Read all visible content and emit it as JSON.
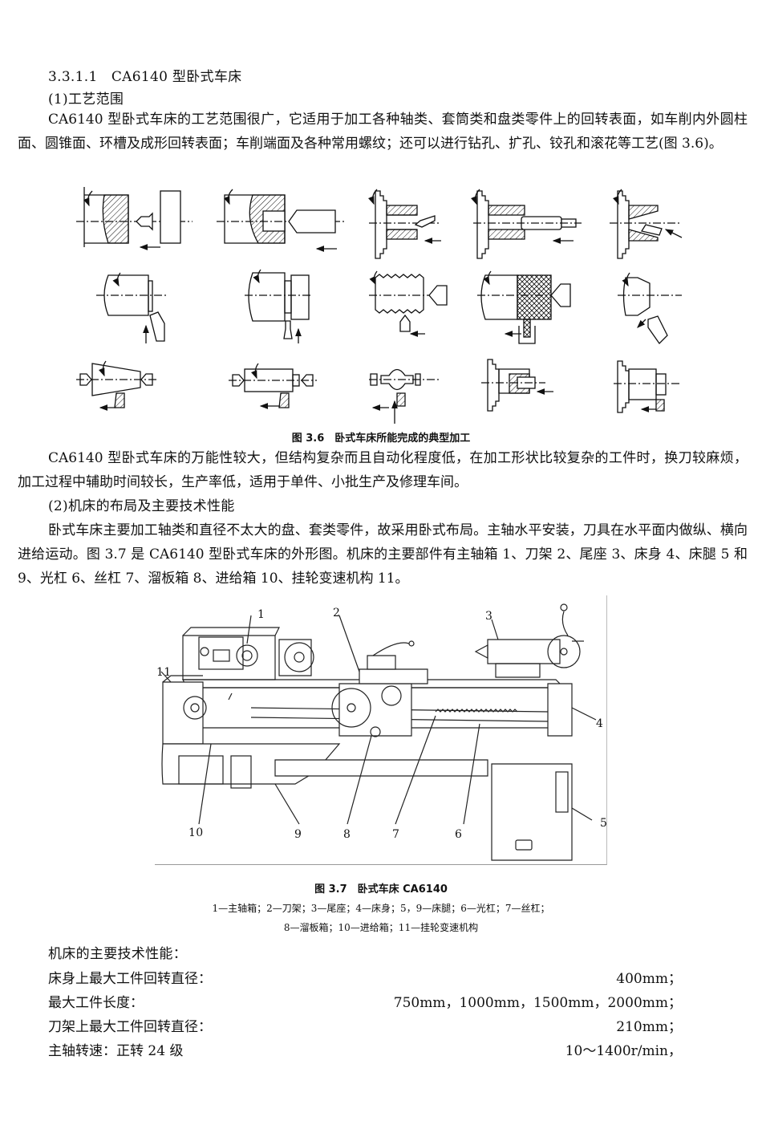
{
  "section": {
    "heading": "3.3.1.1　CA6140 型卧式车床",
    "sub1": "(1)工艺范围",
    "para1": "CA6140 型卧式车床的工艺范围很广，它适用于加工各种轴类、套筒类和盘类零件上的回转表面，如车削内外圆柱面、圆锥面、环槽及成形回转表面；车削端面及各种常用螺纹；还可以进行钻孔、扩孔、铰孔和滚花等工艺(图 3.6)。"
  },
  "figure36": {
    "caption": "图 3.6　卧式车床所能完成的典型加工",
    "panels": [
      "center-drilling",
      "drilling",
      "boring",
      "reaming",
      "taper-boring",
      "facing",
      "grooving",
      "threading",
      "knurling",
      "form-turning",
      "taper-turning",
      "cylindrical-turning",
      "profile-turning",
      "tapping",
      "stepped-turning"
    ]
  },
  "para2": "CA6140 型卧式车床的万能性较大，但结构复杂而且自动化程度低，在加工形状比较复杂的工件时，换刀较麻烦，加工过程中辅助时间较长，生产率低，适用于单件、小批生产及修理车间。",
  "sub2": "(2)机床的布局及主要技术性能",
  "para3": "卧式车床主要加工轴类和直径不太大的盘、套类零件，故采用卧式布局。主轴水平安装，刀具在水平面内做纵、横向进给运动。图 3.7 是 CA6140 型卧式车床的外形图。机床的主要部件有主轴箱 1、刀架 2、尾座 3、床身 4、床腿 5 和 9、光杠 6、丝杠 7、溜板箱 8、进给箱 10、挂轮变速机构 11。",
  "figure37": {
    "caption": "图 3.7　卧式车床 CA6140",
    "legend_line1": "1—主轴箱；2—刀架；3—尾座；4—床身；5，9—床腿；6—光杠；7—丝杠；",
    "legend_line2": "8—溜板箱；10—进给箱；11—挂轮变速机构",
    "labels": [
      "1",
      "2",
      "3",
      "4",
      "5",
      "6",
      "7",
      "8",
      "9",
      "10",
      "11"
    ]
  },
  "specs": {
    "title": "机床的主要技术性能：",
    "rows": [
      {
        "key": "床身上最大工件回转直径：",
        "value": "400mm；"
      },
      {
        "key": "最大工件长度：",
        "value": "750mm，1000mm，1500mm，2000mm；"
      },
      {
        "key": "刀架上最大工件回转直径：",
        "value": "210mm；"
      },
      {
        "key": "主轴转速：正转 24 级",
        "value": "10～1400r/min，"
      }
    ]
  }
}
